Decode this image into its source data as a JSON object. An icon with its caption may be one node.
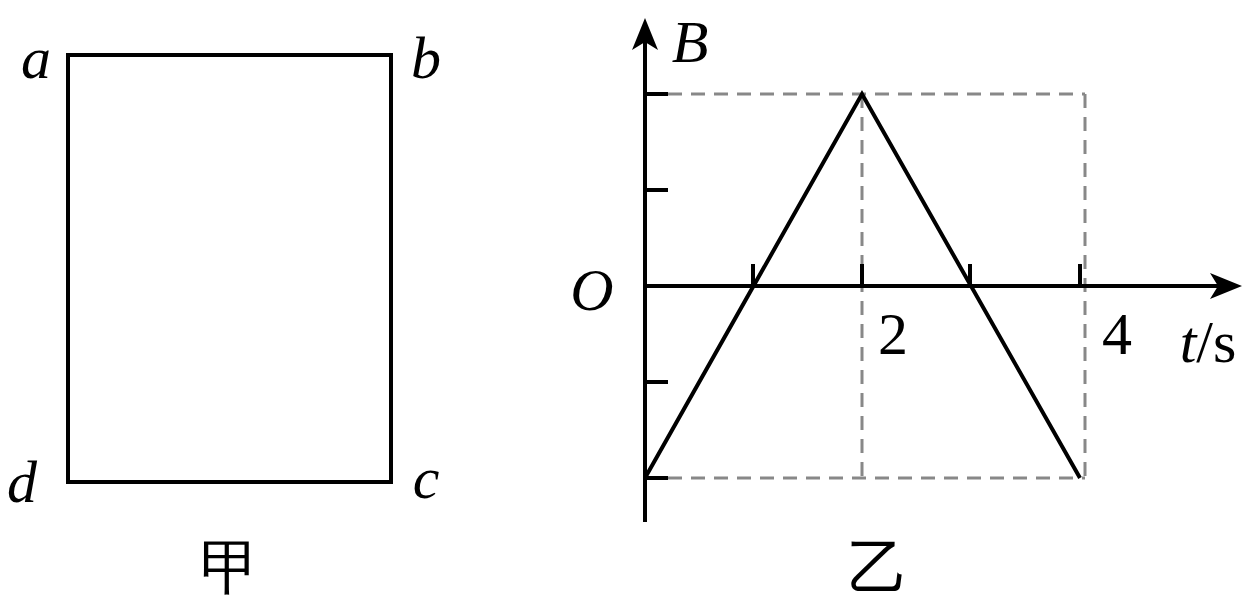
{
  "diagram": {
    "labels": [
      "a",
      "b",
      "d",
      "c",
      "甲",
      "B",
      "O",
      "2",
      "4",
      "*t*/s",
      "乙"
    ]
  }
}
